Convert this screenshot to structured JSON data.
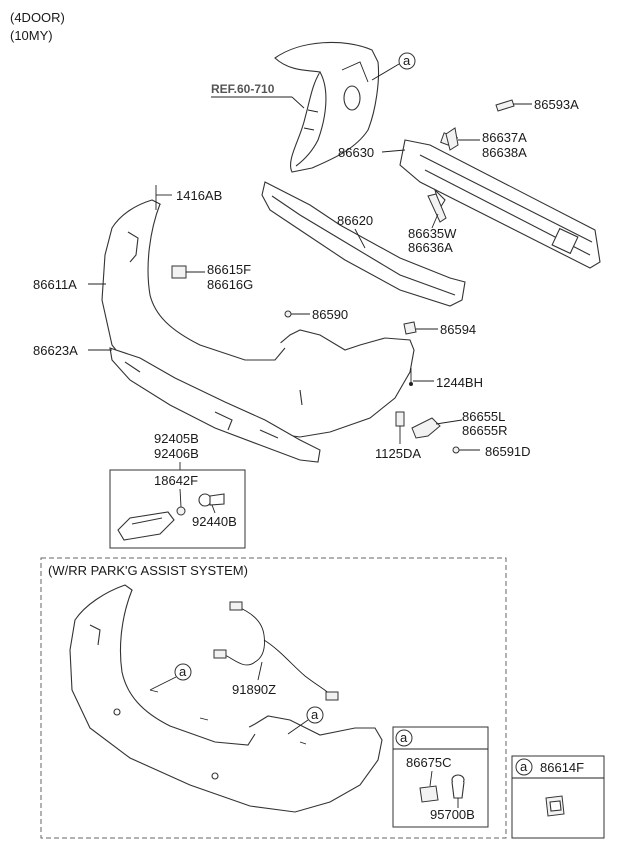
{
  "header": {
    "line1": "(4DOOR)",
    "line2": "(10MY)"
  },
  "reference": "REF.60-710",
  "callout_marker": "a",
  "parts": {
    "p86593A": "86593A",
    "p86637A": "86637A",
    "p86638A": "86638A",
    "p86630": "86630",
    "p1416AB": "1416AB",
    "p86620": "86620",
    "p86635W": "86635W",
    "p86636A": "86636A",
    "p86615F": "86615F",
    "p86616G": "86616G",
    "p86611A": "86611A",
    "p86590": "86590",
    "p86594": "86594",
    "p86623A": "86623A",
    "p1244BH": "1244BH",
    "p86655L": "86655L",
    "p86655R": "86655R",
    "p1125DA": "1125DA",
    "p86591D": "86591D",
    "p92405B": "92405B",
    "p92406B": "92406B",
    "p18642F": "18642F",
    "p92440B": "92440B",
    "p91890Z": "91890Z",
    "p86675C": "86675C",
    "p95700B": "95700B",
    "p86614F": "86614F"
  },
  "option_section": {
    "title": "(W/RR PARK'G ASSIST SYSTEM)"
  }
}
